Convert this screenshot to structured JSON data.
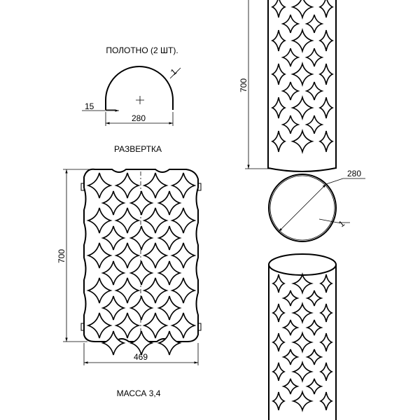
{
  "labels": {
    "sheet_title": "ПОЛОТНО (2 ШТ).",
    "unfold_title": "РАЗВЕРТКА",
    "mass": "МАССА 3,4"
  },
  "dimensions": {
    "sheet_width": "280",
    "sheet_flange": "15",
    "sheet_thickness": "1",
    "unfold_height": "700",
    "unfold_width": "469",
    "tube_height": "700",
    "ring_diameter": "280",
    "ring_thickness": "1"
  }
}
